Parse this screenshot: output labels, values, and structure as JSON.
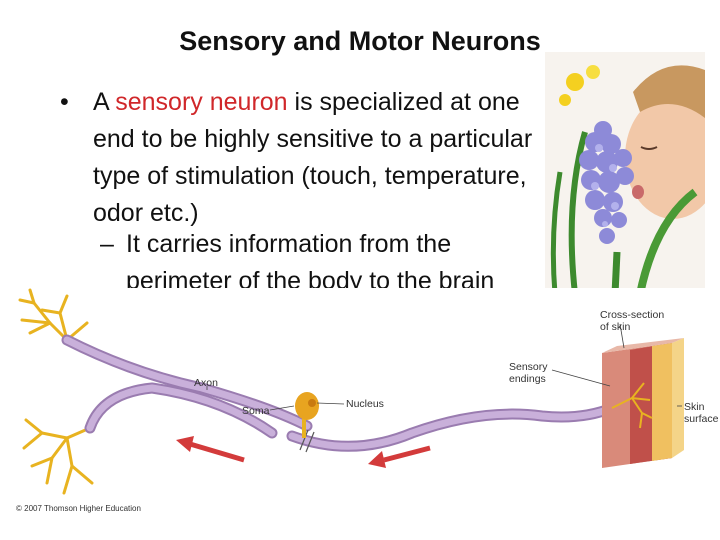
{
  "slide": {
    "title": "Sensory and Motor Neurons",
    "bullet": {
      "marker": "•",
      "prefix": "A ",
      "highlight": "sensory neuron",
      "rest": " is specialized at one end to be highly sensitive to a particular type of stimulation (touch, temperature, odor etc.)"
    },
    "sub_bullet": {
      "marker": "–",
      "text": "It carries information from the perimeter of the body to the brain"
    }
  },
  "diagram": {
    "labels": {
      "cross_section_1": "Cross-section",
      "cross_section_2": "of skin",
      "sensory_1": "Sensory",
      "sensory_2": "endings",
      "axon": "Axon",
      "soma": "Soma",
      "nucleus": "Nucleus",
      "skin_1": "Skin",
      "skin_2": "surface"
    },
    "copyright": "© 2007 Thomson Higher Education"
  },
  "colors": {
    "highlight": "#d0272a",
    "axon": "#b89cc8",
    "dendrite": "#e8b320",
    "arrow": "#d33b3b"
  }
}
